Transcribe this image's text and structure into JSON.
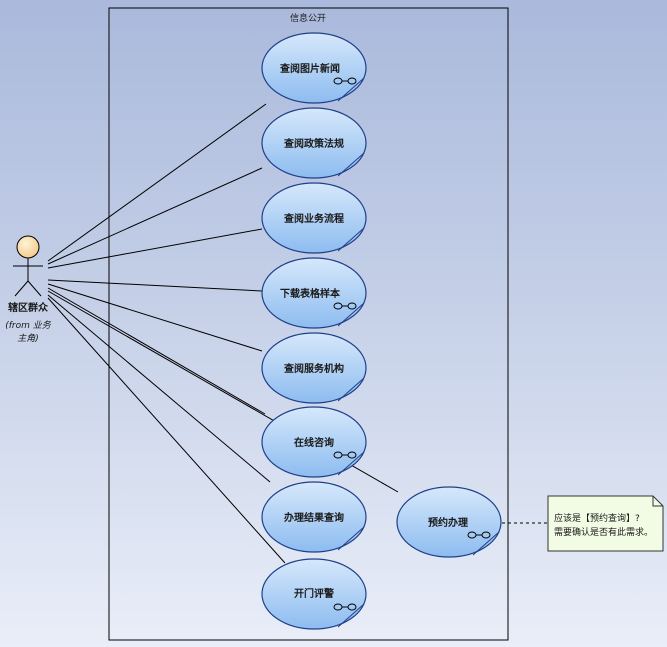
{
  "boundary": {
    "title": "信息公开"
  },
  "actor": {
    "name": "辖区群众",
    "from_line1": "(from 业务",
    "from_line2": "主角)"
  },
  "use_cases": [
    {
      "id": "uc1",
      "label": "查阅图片新闻",
      "has_sub": true
    },
    {
      "id": "uc2",
      "label": "查阅政策法规",
      "has_sub": false
    },
    {
      "id": "uc3",
      "label": "查阅业务流程",
      "has_sub": false
    },
    {
      "id": "uc4",
      "label": "下载表格样本",
      "has_sub": true
    },
    {
      "id": "uc5",
      "label": "查阅服务机构",
      "has_sub": false
    },
    {
      "id": "uc6",
      "label": "在线咨询",
      "has_sub": true
    },
    {
      "id": "uc7",
      "label": "办理结果查询",
      "has_sub": false
    },
    {
      "id": "uc8",
      "label": "开门评警",
      "has_sub": true
    },
    {
      "id": "uc9",
      "label": "预约办理",
      "has_sub": true
    }
  ],
  "note": {
    "line1": "应该是【预约查询】?",
    "line2": "需要确认是否有此需求。"
  },
  "colors": {
    "ellipse_fill": "#a9cdf5",
    "ellipse_stroke": "#1f3f8a",
    "note_fill": "#f2fbe4"
  }
}
